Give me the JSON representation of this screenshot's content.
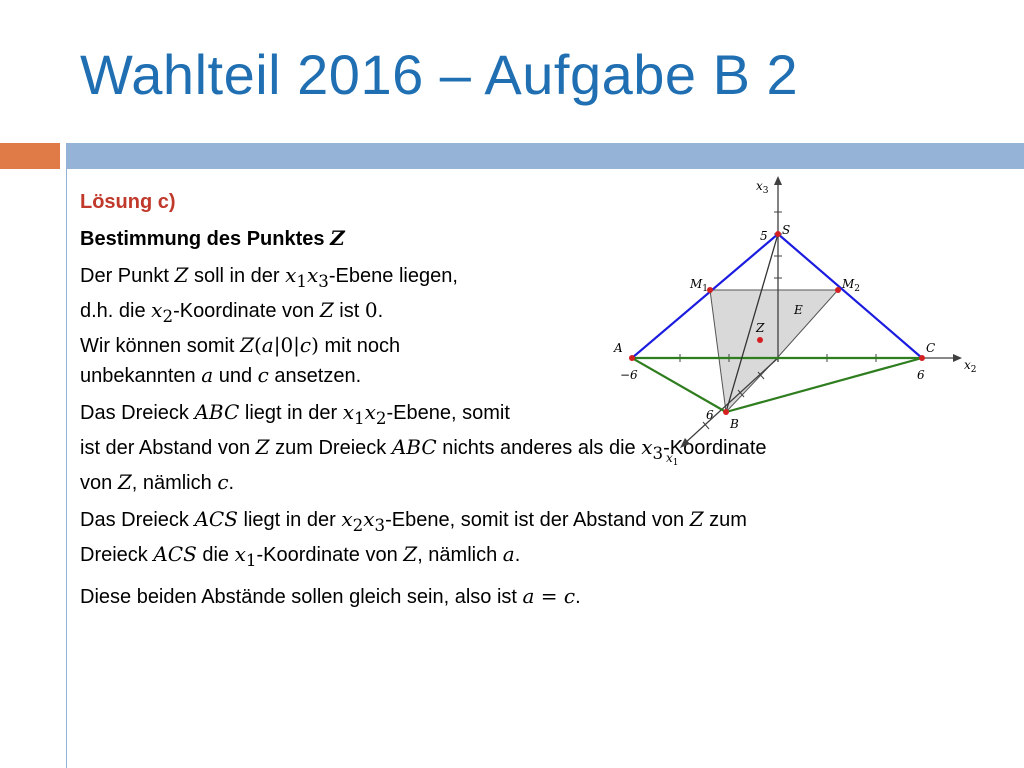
{
  "title": "Wahlteil 2016 – Aufgabe B 2",
  "solution_label": "Lösung c)",
  "heading": {
    "text": "Bestimmung des Punktes ",
    "var": "Z"
  },
  "p1": {
    "l1_a": "Der Punkt ",
    "l1_Z": "Z",
    "l1_b": " soll in der ",
    "l1_x": "x",
    "l1_s1": "1",
    "l1_x2": "x",
    "l1_s2": "3",
    "l1_c": "-Ebene liegen,",
    "l2_a": "d.h. die ",
    "l2_x": "x",
    "l2_s": "2",
    "l2_b": "-Koordinate von ",
    "l2_Z": "Z",
    "l2_c": " ist ",
    "l2_0": "0",
    "l2_d": ".",
    "l3_a": "Wir können somit ",
    "l3_Z": "Z",
    "l3_par": "(",
    "l3_av": "a",
    "l3_mid": "|0|",
    "l3_cv": "c",
    "l3_end": ")",
    "l3_b": " mit noch",
    "l4_a": "unbekannten ",
    "l4_av": "a",
    "l4_b": " und ",
    "l4_cv": "c",
    "l4_c": " ansetzen."
  },
  "p2": {
    "a": "Das Dreieck ",
    "abc": "ABC",
    "b": " liegt in der ",
    "x": "x",
    "s1": "1",
    "x2": "x",
    "s2": "2",
    "c": "-Ebene, somit",
    "d": "ist der Abstand von ",
    "Z": "Z",
    "e": " zum Dreieck ",
    "abc2": "ABC",
    "f": " nichts anderes als die ",
    "x3": "x",
    "s3": "3",
    "g": "-Koordinate",
    "h": "von ",
    "Z2": "Z",
    "i": ", nämlich ",
    "cv": "c",
    "j": "."
  },
  "p3": {
    "a": "Das Dreieck ",
    "acs": "ACS",
    "b": " liegt in der ",
    "x": "x",
    "s1": "2",
    "x2": "x",
    "s2": "3",
    "c": "-Ebene, somit ist der Abstand von ",
    "Z": "Z",
    "d": " zum",
    "e": "Dreieck ",
    "acs2": "ACS",
    "f": " die ",
    "x3": "x",
    "s3": "1",
    "g": "-Koordinate von ",
    "Z2": "Z",
    "h": ", nämlich ",
    "av": "a",
    "i": "."
  },
  "p4": {
    "a": "Diese beiden Abstände sollen gleich sein, also ist ",
    "av": "a",
    "eq": " = ",
    "cv": "c",
    "b": "."
  },
  "diagram": {
    "labels": {
      "x3": "x",
      "x3s": "3",
      "x2": "x",
      "x2s": "2",
      "x1": "x",
      "x1s": "1",
      "S": "S",
      "A": "A",
      "B": "B",
      "C": "C",
      "Z": "Z",
      "E": "E",
      "M1": "M",
      "M1s": "1",
      "M2": "M",
      "M2s": "2",
      "t5": "5",
      "tm6": "−6",
      "t6r": "6",
      "t6b": "6"
    },
    "colors": {
      "blue": "#1c1ce0",
      "green": "#2e7d1e",
      "red": "#d42020",
      "fill": "#d9d9d9",
      "axis": "#404040"
    }
  }
}
